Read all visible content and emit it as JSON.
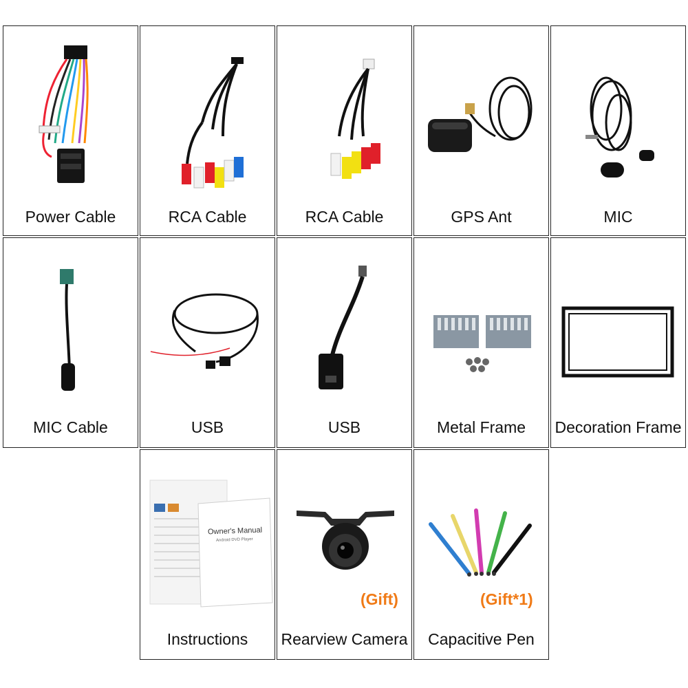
{
  "items": [
    {
      "label": "Power Cable",
      "icon": "power-cable-icon"
    },
    {
      "label": "RCA Cable",
      "icon": "rca-cable-icon"
    },
    {
      "label": "RCA Cable",
      "icon": "rca-cable-icon"
    },
    {
      "label": "GPS Ant",
      "icon": "gps-antenna-icon"
    },
    {
      "label": "MIC",
      "icon": "microphone-icon"
    },
    {
      "label": "MIC Cable",
      "icon": "mic-cable-icon"
    },
    {
      "label": "USB",
      "icon": "usb-cable-icon"
    },
    {
      "label": "USB",
      "icon": "usb-adapter-icon"
    },
    {
      "label": "Metal Frame",
      "icon": "metal-frame-icon"
    },
    {
      "label": "Decoration Frame",
      "icon": "decoration-frame-icon"
    },
    {
      "label": "Instructions",
      "icon": "owners-manual-icon",
      "manual_title": "Owner's Manual",
      "manual_subtitle": "Android DVD Player"
    },
    {
      "label": "Rearview Camera",
      "icon": "rearview-camera-icon",
      "badge": "(Gift)"
    },
    {
      "label": "Capacitive Pen",
      "icon": "capacitive-pen-icon",
      "badge": "(Gift*1)"
    }
  ],
  "colors": {
    "badge": "#f07a16",
    "border": "#222222",
    "rca_red": "#e0202a",
    "rca_yellow": "#f2e012",
    "rca_white": "#f2f2f2",
    "rca_blue": "#1f6fd6"
  }
}
